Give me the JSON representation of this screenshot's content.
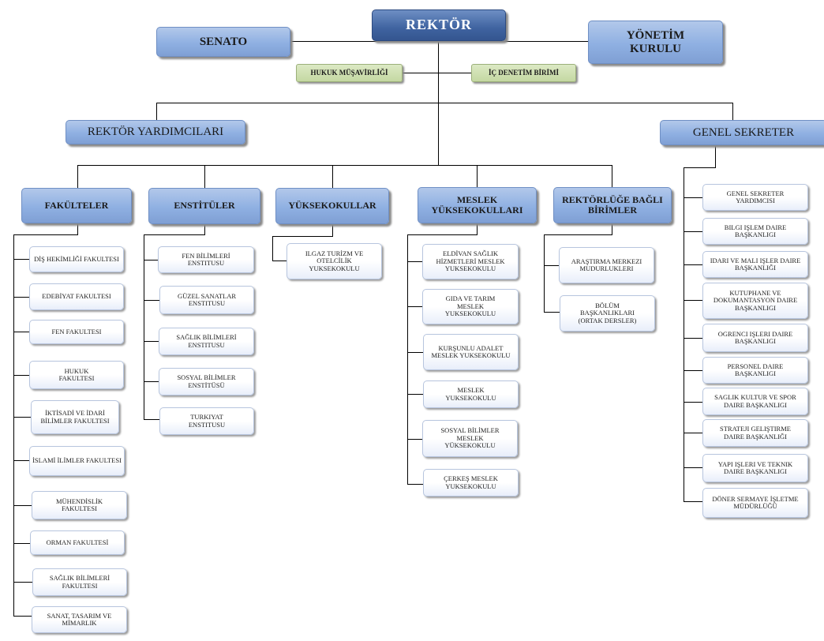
{
  "top": {
    "rektor": "REKTÖR",
    "senato": "SENATO",
    "yonetim_kurulu": "YÖNETİM KURULU",
    "hukuk": "HUKUK MÜŞAVİRLİĞİ",
    "ic_denetim": "İÇ DENETİM BİRİMİ",
    "rektor_yardimcilari": "REKTÖR YARDIMCILARI",
    "genel_sekreter": "GENEL SEKRETER"
  },
  "groups": {
    "fakulteler": {
      "title": "FAKÜLTELER",
      "items": [
        "DİŞ HEKİMLİĞİ FAKULTESI",
        "EDEBİYAT FAKULTESI",
        "FEN FAKULTESI",
        "HUKUK FAKULTESI",
        "İKTİSADİ VE İDARİ BİLİMLER FAKULTESI",
        "İSLAMİ İLİMLER FAKULTESI",
        "MÜHENDİSLİK FAKULTESI",
        "ORMAN FAKULTESİ",
        "SAĞLIK BİLİMLERİ FAKULTESI",
        "SANAT, TASARIM VE MİMARLIK"
      ]
    },
    "enstituler": {
      "title": "ENSTİTÜLER",
      "items": [
        "FEN BİLİMLERİ ENSTITUSU",
        "GÜZEL SANATLAR ENSTITUSU",
        "SAĞLIK BİLİMLERİ ENSTITUSU",
        "SOSYAL BİLİMLER ENSTİTÜSÜ",
        "TURKIYAT ENSTITUSU"
      ]
    },
    "yuksekokullar": {
      "title": "YÜKSEKOKULLAR",
      "items": [
        "ILGAZ TURİZM VE OTELCİLİK YUKSEKOKULU"
      ]
    },
    "meslek": {
      "title": "MESLEK YÜKSEKOKULLARI",
      "items": [
        "ELDİVAN SAĞLIK HİZMETLERİ MESLEK YUKSEKOKULU",
        "GIDA VE TARIM MESLEK YUKSEKOKULU",
        "KURŞUNLU ADALET MESLEK YUKSEKOKULU",
        "MESLEK YUKSEKOKULU",
        "SOSYAL BİLİMLER MESLEK YÜKSEKOKULU",
        "ÇERKEŞ MESLEK YUKSEKOKULU"
      ]
    },
    "bagli": {
      "title": "REKTÖRLÜĞE BAĞLI BİRİMLER",
      "items": [
        "ARAŞTIRMA MERKEZI MUDURLUKLERI",
        "BÖLÜM BAŞKANLIKLARI (ORTAK DERSLER)"
      ]
    },
    "genel_sekreter": {
      "items": [
        "GENEL SEKRETER YARDIMCISI",
        "BILGI IŞLEM DAIRE BAŞKANLIGI",
        "IDARI VE MALI IŞLER DAIRE BAŞKANLIĞI",
        "KUTUPHANE VE DOKUMANTASYON DAIRE BAŞKANLIGI",
        "OGRENCI IŞLERI DAIRE BAŞKANLIGI",
        "PERSONEL DAIRE BAŞKANLIGI",
        "SAGLIK KULTUR VE SPOR DAIRE BAŞKANLIGI",
        "STRATEJI GELIŞTIRME DAIRE BAŞKANLIĞI",
        "YAPI IŞLERI VE TEKNIK DAIRE BAŞKANLIGI",
        "DÖNER SERMAYE İŞLETME MÜDÜRLÜĞÜ"
      ]
    }
  }
}
